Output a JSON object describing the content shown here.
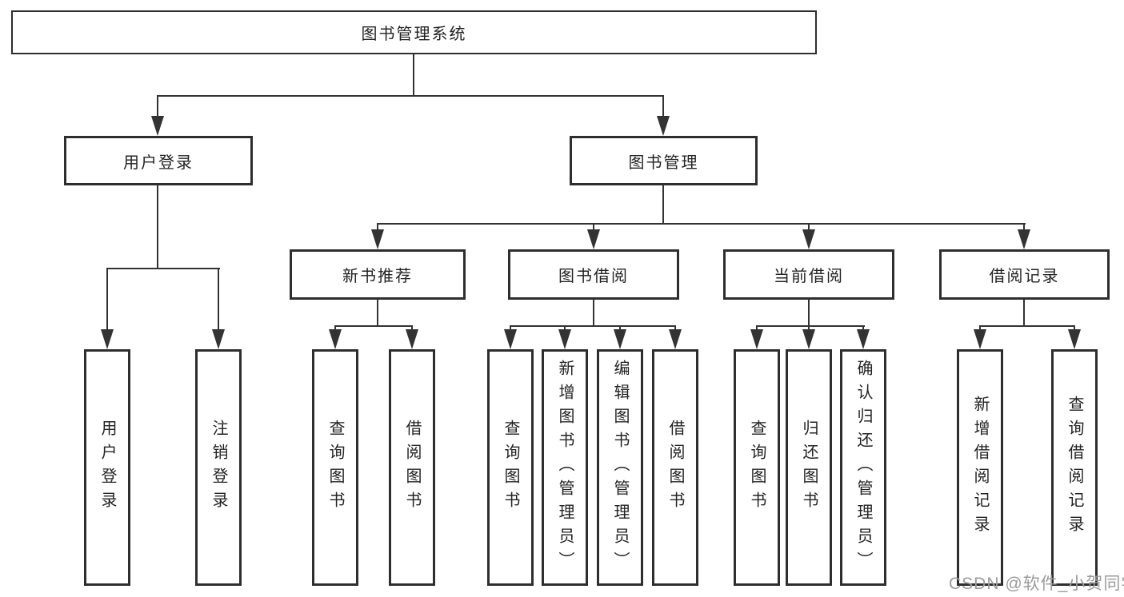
{
  "title": "图书管理系统",
  "level2": {
    "user_login": "用户登录",
    "book_management": "图书管理"
  },
  "level3": {
    "new_book_recommend": "新书推荐",
    "book_borrowing": "图书借阅",
    "current_borrowing": "当前借阅",
    "borrowing_records": "借阅记录"
  },
  "leaves": {
    "user_login": "用户登录",
    "logout": "注销登录",
    "recommend_query_books": "查询图书",
    "recommend_borrow_books": "借阅图书",
    "borrowing_query_books": "查询图书",
    "borrowing_add_books": "新增图书（管理员）",
    "borrowing_edit_books": "编辑图书（管理员）",
    "borrowing_borrow_books": "借阅图书",
    "current_query_books": "查询图书",
    "current_return_books": "归还图书",
    "current_confirm_return": "确认归还（管理员）",
    "records_add_record": "新增借阅记录",
    "records_query_record": "查询借阅记录"
  },
  "watermark": "CSDN @软件_小贺同学",
  "colors": {
    "line": "#333333",
    "border": "#2e2e2e",
    "text": "#232323",
    "background": "#ffffff",
    "watermark": "#9b9b9b"
  }
}
